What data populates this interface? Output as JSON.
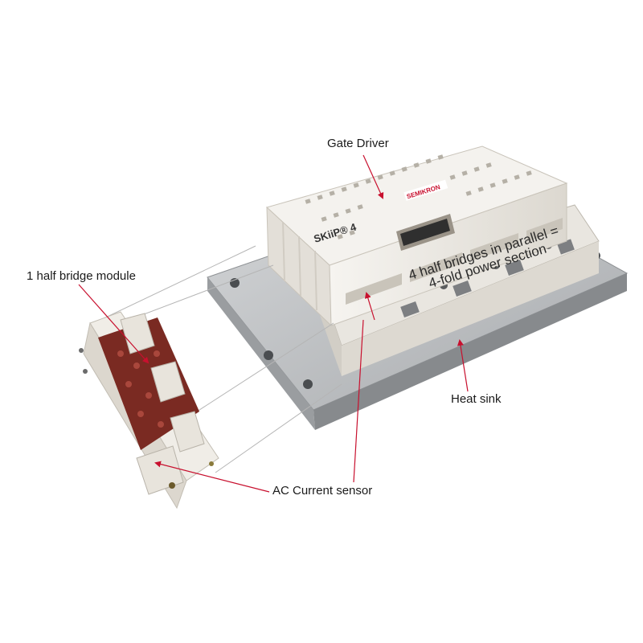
{
  "labels": {
    "gate_driver": "Gate Driver",
    "half_bridge_module": "1 half bridge module",
    "parallel_line1": "4 half bridges in parallel =",
    "parallel_line2": "4-fold power section",
    "heat_sink": "Heat sink",
    "ac_current_sensor": "AC Current sensor"
  },
  "product": {
    "model": "SKiiP® 4",
    "brand": "SEMIKRON"
  },
  "colors": {
    "arrow": "#c8102e",
    "brand_red": "#c8102e",
    "module_body": "#efece6",
    "heatsink": "#b9bcbf",
    "copper_substrate": "#7a2a22",
    "text": "#1a1a1a"
  }
}
